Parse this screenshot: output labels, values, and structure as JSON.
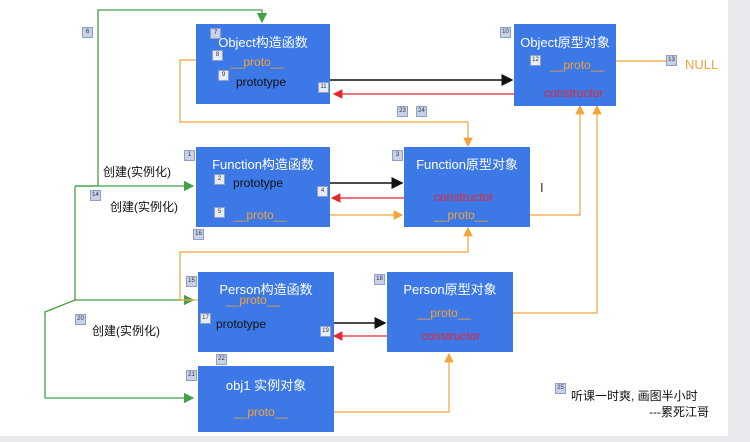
{
  "colors": {
    "box": "#3c78e6",
    "proto_line": "#f2a33a",
    "constructor_line": "#e8262e",
    "prototype_line": "#111111",
    "create_line": "#43a047"
  },
  "boxes": {
    "object_ctor": {
      "title": "Object构造函数",
      "proto": "__proto__",
      "prototype": "prototype"
    },
    "object_proto": {
      "title": "Object原型对象",
      "proto": "__proto__",
      "constructor": "constructor"
    },
    "function_ctor": {
      "title": "Function构造函数",
      "prototype": "prototype",
      "proto": "__proto__"
    },
    "function_proto": {
      "title": "Function原型对象",
      "constructor": "constructor",
      "proto": "__proto__"
    },
    "person_ctor": {
      "title": "Person构造函数",
      "proto": "__proto__",
      "prototype": "prototype"
    },
    "person_proto": {
      "title": "Person原型对象",
      "proto": "__proto__",
      "constructor": "constructor"
    },
    "obj1": {
      "title": "obj1 实例对象",
      "proto": "__proto__"
    }
  },
  "null_label": "NULL",
  "create_labels": [
    "创建(实例化)",
    "创建(实例化)",
    "创建(实例化)"
  ],
  "cursor_glyph": "I",
  "note_line1": "听课一时爽, 画图半小时",
  "note_line2": "---累死江哥",
  "badges": [
    "6",
    "7",
    "8",
    "9",
    "10",
    "11",
    "12",
    "13",
    "23",
    "24",
    "1",
    "2",
    "3",
    "4",
    "5",
    "14",
    "16",
    "15",
    "17",
    "18",
    "19",
    "20",
    "21",
    "22",
    "25"
  ]
}
